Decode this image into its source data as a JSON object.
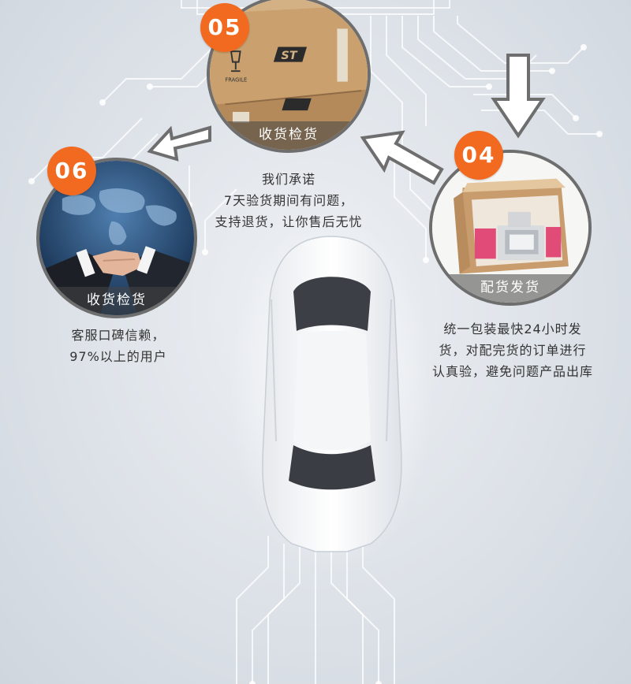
{
  "steps": [
    {
      "id": "05",
      "label": "收货检货",
      "desc": [
        "我们承诺",
        "7天验货期间有问题，",
        "支持退货，让你售后无忧"
      ]
    },
    {
      "id": "06",
      "label": "收货检货",
      "desc": [
        "客服口碑信赖，",
        "97%以上的用户"
      ]
    },
    {
      "id": "04",
      "label": "配货发货",
      "desc": [
        "统一包装最快24小时发",
        "货，对配完货的订单进行",
        "认真验，避免问题产品出库"
      ]
    }
  ],
  "colors": {
    "badge": "#f26a1f",
    "circle_border": "#6e6e6e",
    "arrow_fill": "#ffffff",
    "arrow_stroke": "#6e6e6e",
    "background": "#dde2e8"
  },
  "icons": {
    "box_brand": "st-logo",
    "box_fragile": "fragile-glass-icon"
  }
}
